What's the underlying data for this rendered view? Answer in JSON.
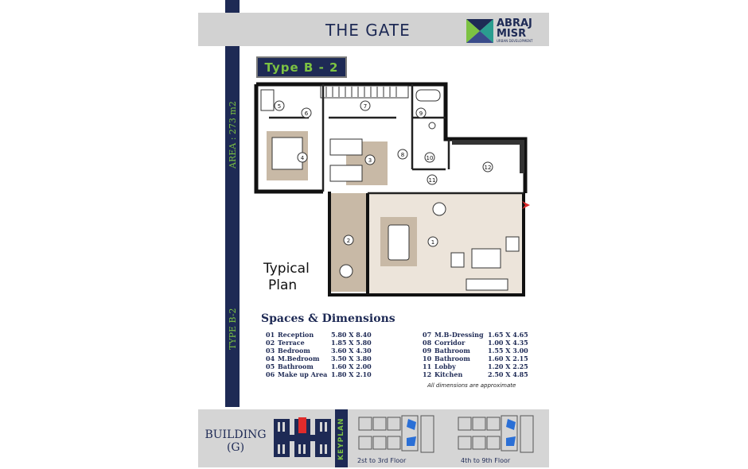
{
  "header": {
    "title": "THE GATE",
    "logo": {
      "line1": "ABRAJ",
      "line2": "MISR",
      "tagline": "URBAN DEVELOPMENT"
    }
  },
  "side": {
    "area_label": "AREA : 273 m2",
    "type_label": "TYPE B-2"
  },
  "unit_type": "Type B - 2",
  "plan": {
    "typical_line1": "Typical",
    "typical_line2": "Plan",
    "room_numbers": [
      "1",
      "2",
      "3",
      "4",
      "5",
      "6",
      "7",
      "8",
      "9",
      "10",
      "11",
      "12"
    ]
  },
  "spaces": {
    "title": "Spaces & Dimensions",
    "left": [
      {
        "num": "01",
        "name": "Reception",
        "dim": "5.80 X 8.40"
      },
      {
        "num": "02",
        "name": "Terrace",
        "dim": "1.85 X 5.80"
      },
      {
        "num": "03",
        "name": "Bedroom",
        "dim": "3.60 X 4.30"
      },
      {
        "num": "04",
        "name": "M.Bedroom",
        "dim": "3.50 X 3.80"
      },
      {
        "num": "05",
        "name": "Bathroom",
        "dim": "1.60 X 2.00"
      },
      {
        "num": "06",
        "name": "Make up Area",
        "dim": "1.80 X 2.10"
      }
    ],
    "right": [
      {
        "num": "07",
        "name": "M.B-Dressing",
        "dim": "1.65 X 4.65"
      },
      {
        "num": "08",
        "name": "Corridor",
        "dim": "1.00 X 4.35"
      },
      {
        "num": "09",
        "name": "Bathroom",
        "dim": "1.55 X 3.00"
      },
      {
        "num": "10",
        "name": "Bathroom",
        "dim": "1.60 X 2.15"
      },
      {
        "num": "11",
        "name": "Lobby",
        "dim": "1.20 X 2.25"
      },
      {
        "num": "12",
        "name": "Kitchen",
        "dim": "2.50 X 4.85"
      }
    ],
    "note": "All dimensions are approximate"
  },
  "footer": {
    "building_line1": "BUILDING",
    "building_line2": "(G)",
    "keyplan_label": "KEYPLAN",
    "floor_left": "2st to 3rd Floor",
    "floor_right": "4th to 9th Floor"
  },
  "colors": {
    "navy": "#1e2a55",
    "green": "#7cc242",
    "header_gray": "#d2d2d2",
    "floor_tan": "#c8b9a6",
    "highlight_red": "#e02b2b",
    "highlight_blue": "#2a6fd6"
  }
}
